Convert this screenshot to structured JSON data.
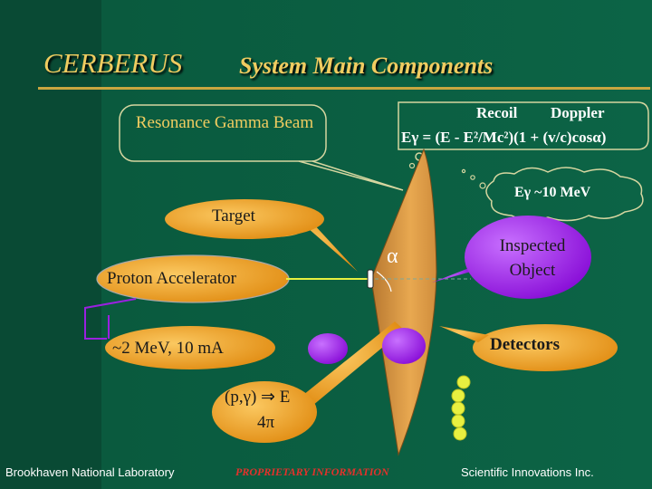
{
  "title": {
    "main": "CERBERUS",
    "sub": "System Main Components"
  },
  "callouts": {
    "gamma_beam": "Resonance Gamma Beam",
    "recoil": "Recoil",
    "doppler": "Doppler",
    "formula": "Eγ = (E - E²/Mc²)(1 + (v/c)cosα)",
    "egamma": "Eγ ~10 MeV",
    "target": "Target",
    "proton_accelerator": "Proton Accelerator",
    "energy_current": "~2 MeV, 10 mA",
    "reaction": "(p,γ) ⇒ E",
    "four_pi": "4π",
    "inspected_object": "Inspected Object",
    "detectors": "Detectors",
    "alpha": "α"
  },
  "footer": {
    "left": "Brookhaven National Laboratory",
    "center": "PROPRIETARY INFORMATION",
    "right": "Scientific Innovations Inc."
  },
  "colors": {
    "background": "#0b5a3f",
    "title": "#f0cc60",
    "callout_fill": "#f0a020",
    "cone_fill": "#e8a850",
    "purple": "#9a20e0",
    "beam": "#e8f040",
    "detector_dots": "#e8f040",
    "footer_center": "#e4312b"
  }
}
